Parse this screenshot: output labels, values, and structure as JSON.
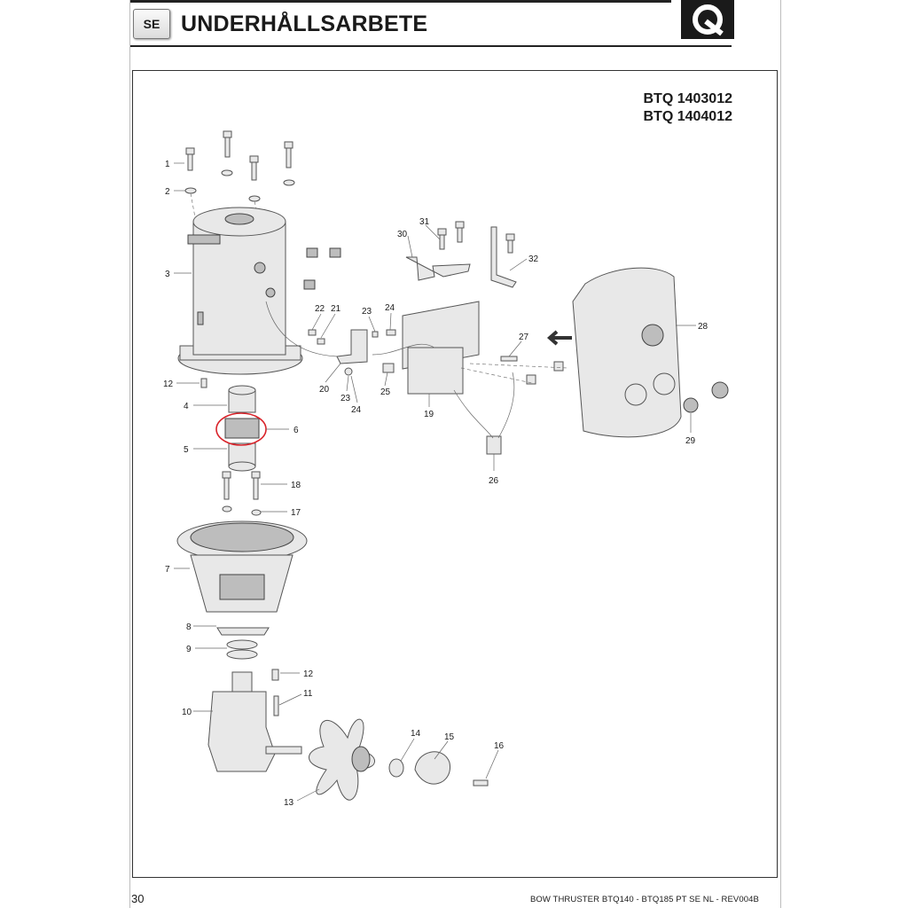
{
  "header": {
    "language_code": "SE",
    "title": "UNDERHÅLLSARBETE",
    "logo_icon": "quick-logo-icon"
  },
  "models": [
    "BTQ 1403012",
    "BTQ 1404012"
  ],
  "callouts": {
    "c1": "1",
    "c2": "2",
    "c3": "3",
    "c4": "4",
    "c5": "5",
    "c6": "6",
    "c7": "7",
    "c8": "8",
    "c9": "9",
    "c10": "10",
    "c11": "11",
    "c12a": "12",
    "c12b": "12",
    "c13": "13",
    "c14": "14",
    "c15": "15",
    "c16": "16",
    "c17": "17",
    "c18": "18",
    "c19": "19",
    "c20": "20",
    "c21": "21",
    "c22": "22",
    "c23a": "23",
    "c23b": "23",
    "c24a": "24",
    "c24b": "24",
    "c25": "25",
    "c26": "26",
    "c27": "27",
    "c28": "28",
    "c29": "29",
    "c30": "30",
    "c31": "31",
    "c32": "32"
  },
  "highlight": {
    "part": "6",
    "color": "#d9232a"
  },
  "footer": {
    "page_number": "30",
    "document": "BOW THRUSTER BTQ140 - BTQ185  PT SE NL - REV004B"
  }
}
